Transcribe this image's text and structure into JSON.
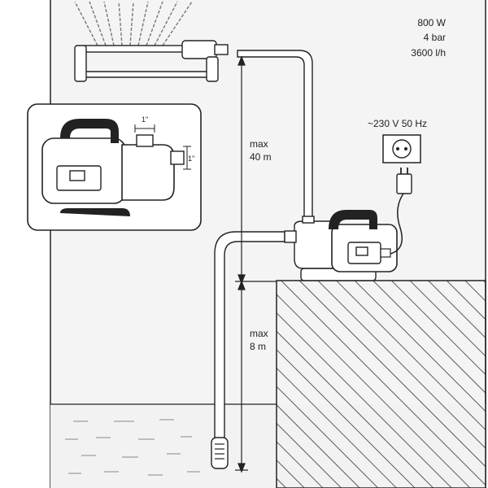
{
  "specs": {
    "power": "800 W",
    "pressure": "4 bar",
    "flow": "3600 l/h"
  },
  "electrical": {
    "supply": "~230 V  50 Hz"
  },
  "dimensions": {
    "outlet_thread": "1\"",
    "inlet_thread": "1\"",
    "max_head_label": "max",
    "max_head_value": "40 m",
    "max_suction_label": "max",
    "max_suction_value": "8 m"
  },
  "colors": {
    "line": "#222222",
    "wall": "#f4f4f4",
    "water": "#f2f2f2",
    "ground_hatch": "#333333"
  }
}
